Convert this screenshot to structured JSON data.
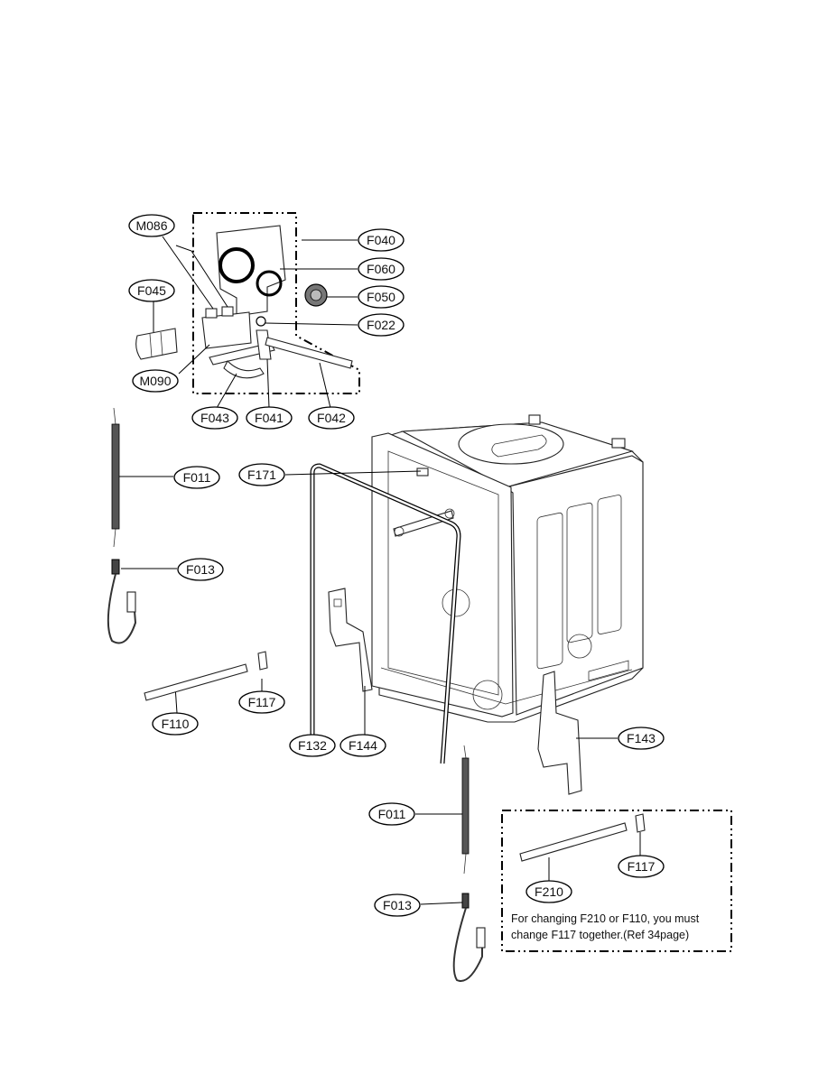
{
  "diagram": {
    "title": "Dishwasher tub assembly exploded view",
    "labels": {
      "M086": "M086",
      "F040": "F040",
      "F060": "F060",
      "F045": "F045",
      "F050": "F050",
      "F022": "F022",
      "M090": "M090",
      "F043": "F043",
      "F041": "F041",
      "F042": "F042",
      "F011_left": "F011",
      "F171": "F171",
      "F013_left": "F013",
      "F110": "F110",
      "F117_left": "F117",
      "F132": "F132",
      "F144": "F144",
      "F143": "F143",
      "F011_right": "F011",
      "F013_right": "F013",
      "F210": "F210",
      "F117_right": "F117"
    },
    "note": {
      "line1": "For changing F210 or F110, you must",
      "line2": "change F117 together.(Ref 34page)"
    }
  }
}
